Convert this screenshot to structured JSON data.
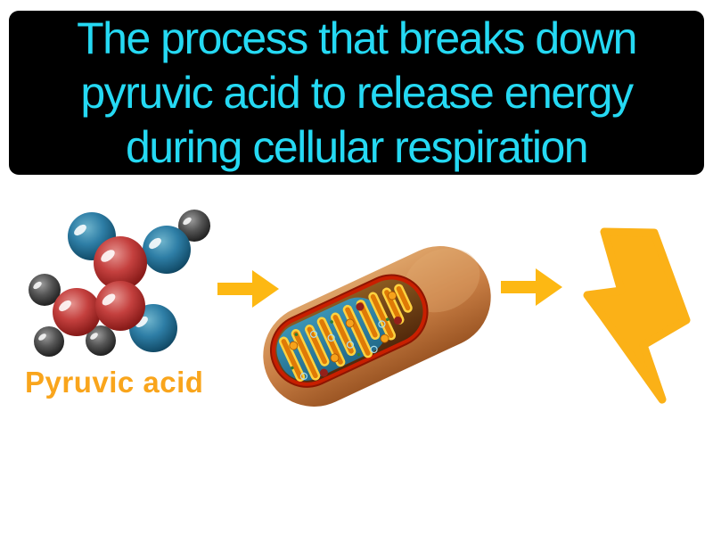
{
  "banner": {
    "lines": [
      "The process that breaks down",
      "pyruvic acid to release energy",
      "during cellular respiration"
    ],
    "text_color": "#25D9F3",
    "background_color": "#000000"
  },
  "illustration": {
    "molecule_label": "Pyruvic acid",
    "molecule_label_color": "#F9A51C",
    "molecule_atom_colors": {
      "red": "#C4403E",
      "blue": "#2E7EA6",
      "gray": "#555555"
    },
    "icons": {
      "arrow": "arrow-right-icon",
      "energy": "lightning-bolt-icon"
    },
    "arrow_color": "#FDB813",
    "bolt_color": "#FBB117",
    "mitochondrion_colors": {
      "outer_membrane": "#C97F45",
      "cut_membrane_rim": "#C81F00",
      "interior": "#6E3C10",
      "matrix": "#2E7FA0",
      "cristae": "#DF7A06",
      "cristae_outline": "#FFD23F"
    }
  }
}
